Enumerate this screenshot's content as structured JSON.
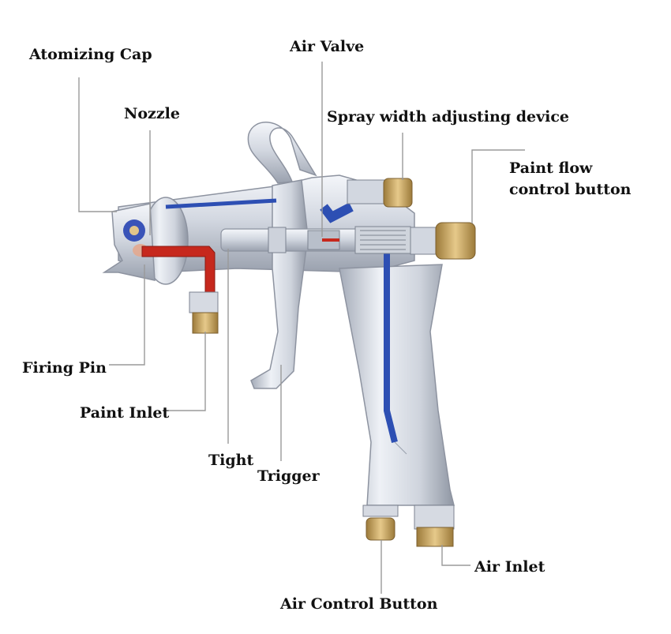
{
  "labels": {
    "atomizing_cap": "Atomizing Cap",
    "nozzle": "Nozzle",
    "air_valve": "Air Valve",
    "spray_width": "Spray width adjusting device",
    "paint_flow_1": "Paint flow",
    "paint_flow_2": "control button",
    "firing_pin": "Firing Pin",
    "paint_inlet": "Paint Inlet",
    "tight": "Tight",
    "trigger": "Trigger",
    "air_inlet": "Air Inlet",
    "air_control": "Air Control Button"
  },
  "colors": {
    "metal_light": "#e9ecf2",
    "metal_mid": "#c7ccd6",
    "metal_dark": "#8d93a0",
    "air_channel": "#2d4fb3",
    "paint_channel": "#c6281d",
    "brass": "#c9a35a",
    "leader": "#9a9a9a"
  }
}
